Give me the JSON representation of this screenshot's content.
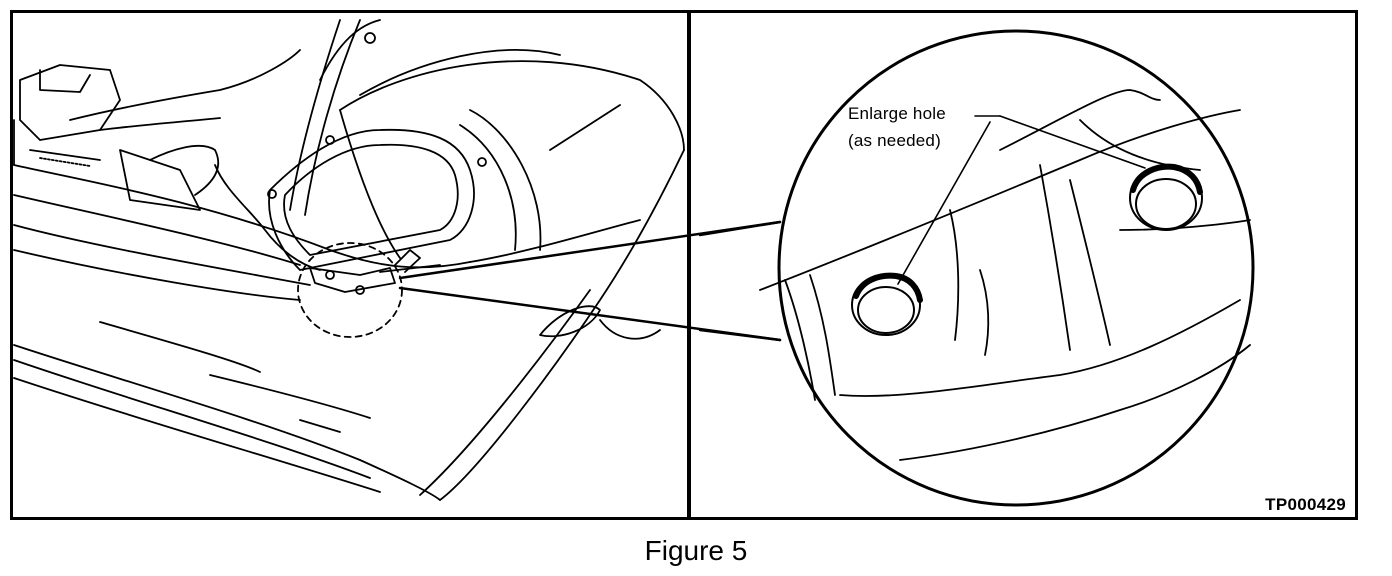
{
  "callout": {
    "line1": "Enlarge hole",
    "line2": "(as needed)"
  },
  "reference_code": "TP000429",
  "caption": "Figure 5"
}
